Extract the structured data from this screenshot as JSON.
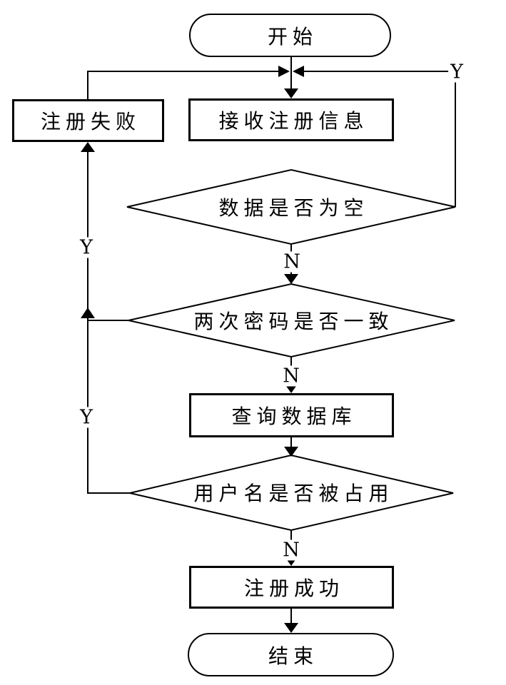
{
  "diagram": {
    "type": "flowchart",
    "topic": "user-registration-process",
    "nodes": {
      "start": {
        "label": "开始",
        "shape": "terminator"
      },
      "receive_info": {
        "label": "接收注册信息",
        "shape": "process"
      },
      "register_fail": {
        "label": "注册失败",
        "shape": "process"
      },
      "check_data_empty": {
        "label": "数据是否为空",
        "shape": "decision"
      },
      "check_passwords_match": {
        "label": "两次密码是否一致",
        "shape": "decision"
      },
      "query_database": {
        "label": "查询数据库",
        "shape": "process"
      },
      "check_username_taken": {
        "label": "用户名是否被占用",
        "shape": "decision"
      },
      "register_success": {
        "label": "注册成功",
        "shape": "process"
      },
      "end": {
        "label": "结束",
        "shape": "terminator"
      }
    },
    "edge_labels": {
      "data_empty_yes": "Y",
      "passwords_mismatch_yes": "Y",
      "username_taken_yes": "Y",
      "data_not_empty_no": "N",
      "passwords_match_no": "N",
      "username_free_no": "N"
    },
    "colors": {
      "stroke": "#000000",
      "fill": "#ffffff",
      "text": "#000000"
    }
  }
}
